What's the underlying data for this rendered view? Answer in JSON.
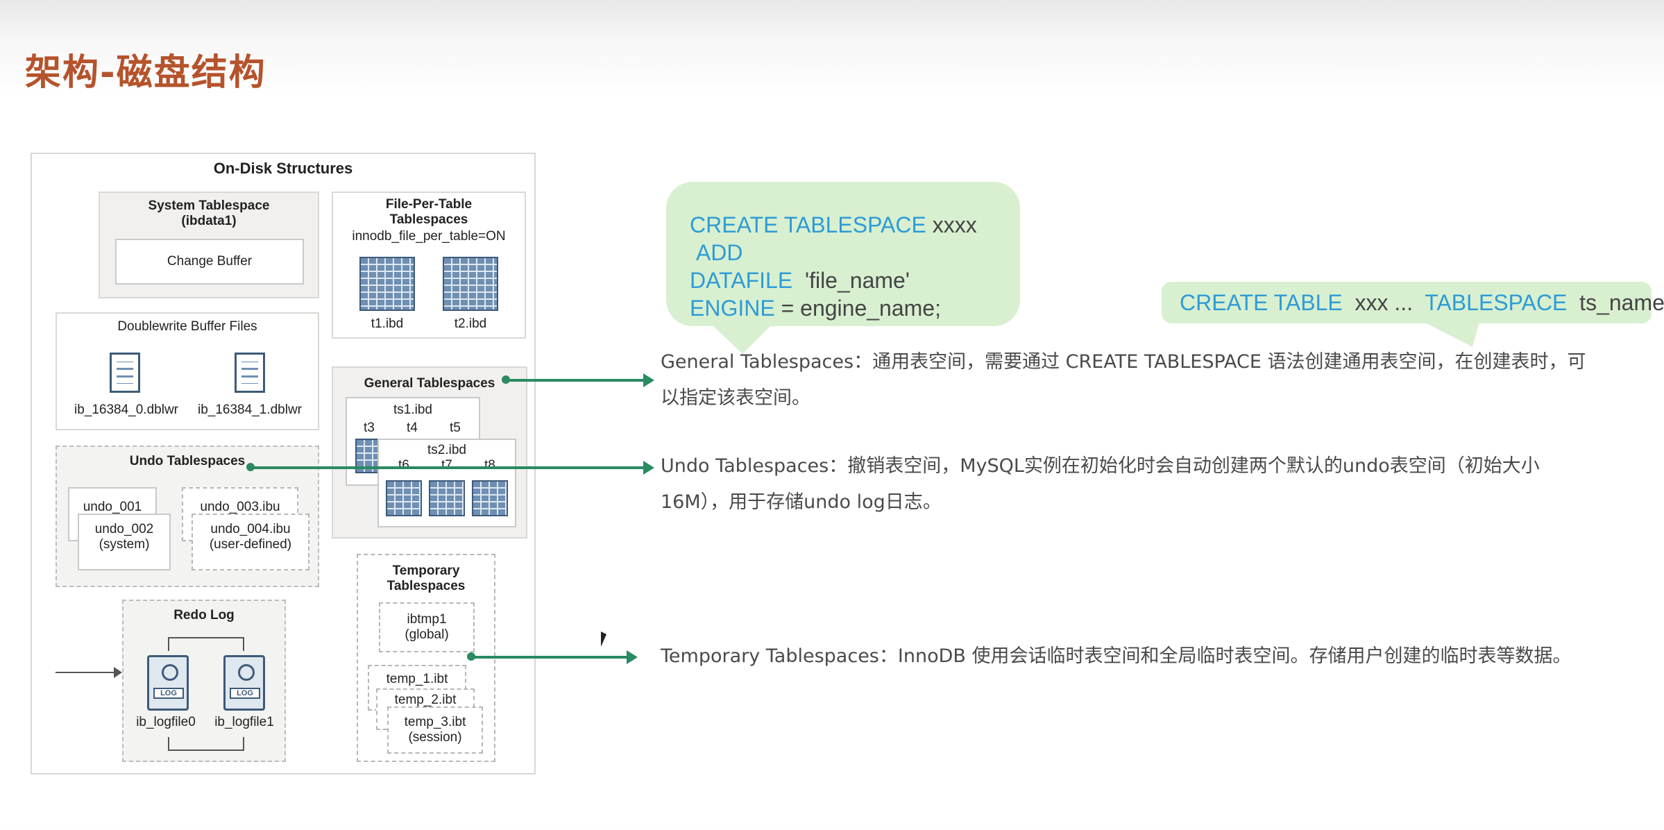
{
  "title": "架构-磁盘结构",
  "diagram": {
    "heading": "On-Disk Structures",
    "system_ts": {
      "title": "System Tablespace",
      "sub": "(ibdata1)",
      "change_buffer": "Change Buffer"
    },
    "fpt": {
      "title": "File-Per-Table",
      "title2": "Tablespaces",
      "setting": "innodb_file_per_table=ON",
      "file1": "t1.ibd",
      "file2": "t2.ibd"
    },
    "doublewrite": {
      "title": "Doublewrite Buffer Files",
      "file1": "ib_16384_0.dblwr",
      "file2": "ib_16384_1.dblwr"
    },
    "general": {
      "title": "General Tablespaces",
      "ts1": "ts1.ibd",
      "t3": "t3",
      "t4": "t4",
      "t5": "t5",
      "ts2": "ts2.ibd",
      "t6": "t6",
      "t7": "t7",
      "t8": "t8"
    },
    "undo": {
      "title": "Undo Tablespaces",
      "u1": "undo_001",
      "u2": "undo_002",
      "u2sub": "(system)",
      "u3": "undo_003.ibu",
      "u4": "undo_004.ibu",
      "u4sub": "(user-defined)"
    },
    "temp": {
      "title": "Temporary",
      "title2": "Tablespaces",
      "ibtmp": "ibtmp1",
      "ibtmp_sub": "(global)",
      "t1": "temp_1.ibt",
      "t2": "temp_2.ibt",
      "t3": "temp_3.ibt",
      "t3sub": "(session)"
    },
    "redo": {
      "title": "Redo Log",
      "f0": "ib_logfile0",
      "f1": "ib_logfile1",
      "log": "LOG"
    }
  },
  "bubble1": {
    "l1a": "CREATE TABLESPACE",
    "l1b": "xxxx",
    "l1c": "ADD",
    "l2a": "DATAFILE",
    "l2b": "'file_name'",
    "l3a": "ENGINE",
    "l3b": "= engine_name;"
  },
  "bubble2": {
    "a": "CREATE  TABLE",
    "b": "xxx ...",
    "c": "TABLESPACE",
    "d": "ts_name;"
  },
  "desc": {
    "general_1": "General Tablespaces：通用表空间，需要通过 CREATE  TABLESPACE 语法创建通用表空间，在创建表时，可",
    "general_2": "以指定该表空间。",
    "undo_1": "Undo Tablespaces：撤销表空间，MySQL实例在初始化时会自动创建两个默认的undo表空间（初始大小",
    "undo_2": "16M），用于存储undo log日志。",
    "temp_1": "Temporary Tablespaces：InnoDB 使用会话临时表空间和全局临时表空间。存储用户创建的临时表等数据。"
  },
  "colors": {
    "title": "#b5532c",
    "keyword": "#2e9bd6",
    "bubble": "#d8f0d0",
    "arrow": "#2a8a61"
  }
}
